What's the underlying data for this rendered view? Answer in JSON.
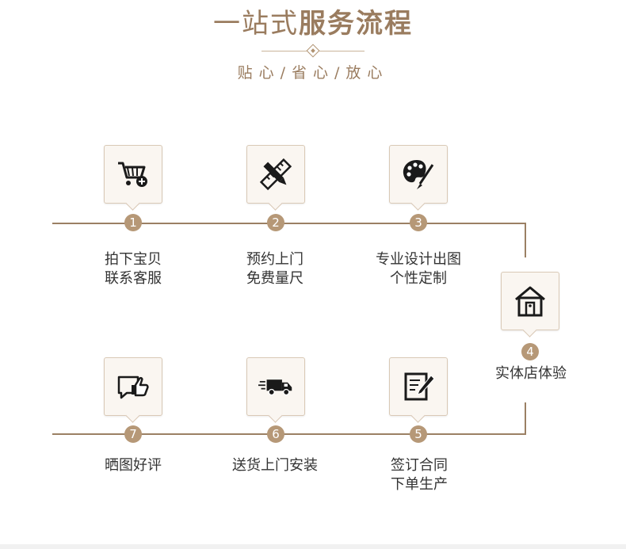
{
  "header": {
    "title_light": "一站式",
    "title_bold": "服务流程",
    "subtitle": "贴心/省心/放心"
  },
  "steps": [
    {
      "num": "1",
      "line1": "拍下宝贝",
      "line2": "联系客服",
      "icon": "shopping-cart-add-icon"
    },
    {
      "num": "2",
      "line1": "预约上门",
      "line2": "免费量尺",
      "icon": "pencil-ruler-icon"
    },
    {
      "num": "3",
      "line1": "专业设计出图",
      "line2": "个性定制",
      "icon": "paint-palette-icon"
    },
    {
      "num": "4",
      "line1": "实体店体验",
      "line2": "",
      "icon": "store-house-icon"
    },
    {
      "num": "5",
      "line1": "签订合同",
      "line2": "下单生产",
      "icon": "contract-sign-icon"
    },
    {
      "num": "6",
      "line1": "送货上门安装",
      "line2": "",
      "icon": "delivery-truck-icon"
    },
    {
      "num": "7",
      "line1": "晒图好评",
      "line2": "",
      "icon": "thumbs-up-review-icon"
    }
  ],
  "colors": {
    "accent": "#9a7c5f",
    "line": "#9b8064",
    "badge": "#b69877"
  }
}
